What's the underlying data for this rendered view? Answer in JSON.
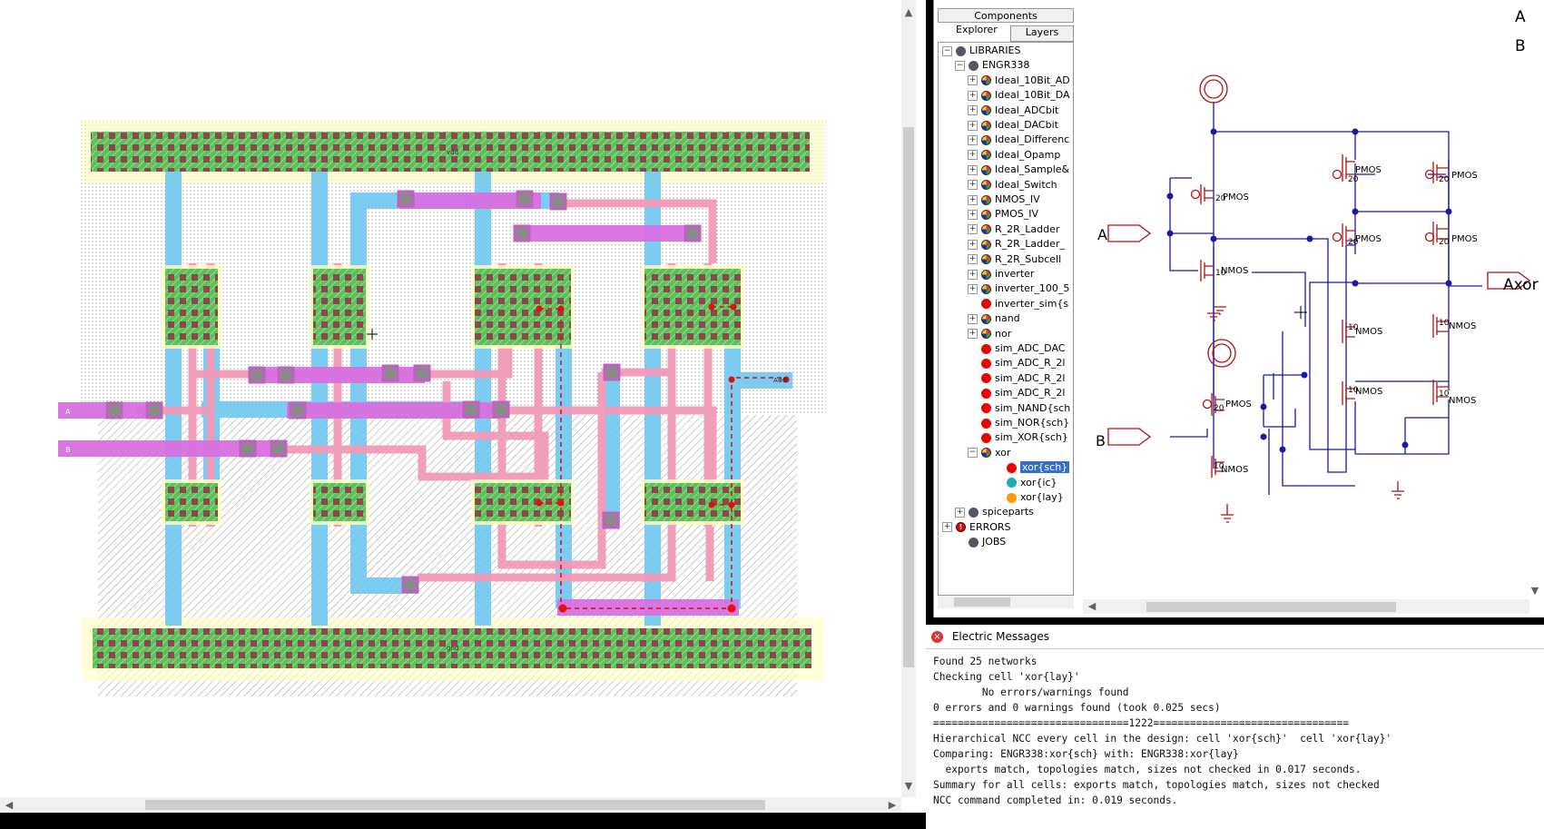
{
  "layout": {
    "exports": {
      "vdd": "vdd",
      "gnd": "gnd",
      "a": "A",
      "b": "B",
      "out": "A⊕B"
    }
  },
  "explorer": {
    "tabs": {
      "components": "Components",
      "explorer": "Explorer",
      "layers": "Layers"
    },
    "tree": {
      "libraries": "LIBRARIES",
      "engr": "ENGR338",
      "cells": [
        "Ideal_10Bit_AD",
        "Ideal_10Bit_DA",
        "Ideal_ADCbit",
        "Ideal_DACbit",
        "Ideal_Differenc",
        "Ideal_Opamp",
        "Ideal_Sample&",
        "Ideal_Switch",
        "NMOS_IV",
        "PMOS_IV",
        "R_2R_Ladder",
        "R_2R_Ladder_",
        "R_2R_Subcell",
        "inverter",
        "inverter_100_5",
        "inverter_sim{s",
        "nand",
        "nor",
        "sim_ADC_DAC",
        "sim_ADC_R_2l",
        "sim_ADC_R_2l",
        "sim_ADC_R_2l",
        "sim_NAND{sch",
        "sim_NOR{sch}",
        "sim_XOR{sch}",
        "xor"
      ],
      "xor_views": [
        "xor{sch}",
        "xor{ic}",
        "xor{lay}"
      ],
      "spiceparts": "spiceparts",
      "errors": "ERRORS",
      "jobs": "JOBS"
    }
  },
  "schematic": {
    "labels": {
      "a": "A",
      "b": "B",
      "out": "Axor",
      "pmos": "PMOS",
      "nmos": "NMOS",
      "w20": "20",
      "w10": "10",
      "top_a": "A",
      "top_b": "B"
    }
  },
  "messages": {
    "title": "Electric Messages",
    "lines": [
      "Found 25 networks",
      "Checking cell 'xor{lay}'",
      "        No errors/warnings found",
      "0 errors and 0 warnings found (took 0.025 secs)",
      "================================1222================================",
      "Hierarchical NCC every cell in the design: cell 'xor{sch}'  cell 'xor{lay}'",
      "Comparing: ENGR338:xor{sch} with: ENGR338:xor{lay}",
      "  exports match, topologies match, sizes not checked in 0.017 seconds.",
      "Summary for all cells: exports match, topologies match, sizes not checked",
      "NCC command completed in: 0.019 seconds."
    ]
  },
  "colors": {
    "metal1": "#6ec8f0",
    "metal2": "#d870e0",
    "poly": "#f29ab8",
    "active": "#5cc05c",
    "well": "#ffffc0",
    "wire": "#1a1aa8",
    "component": "#b01010"
  }
}
